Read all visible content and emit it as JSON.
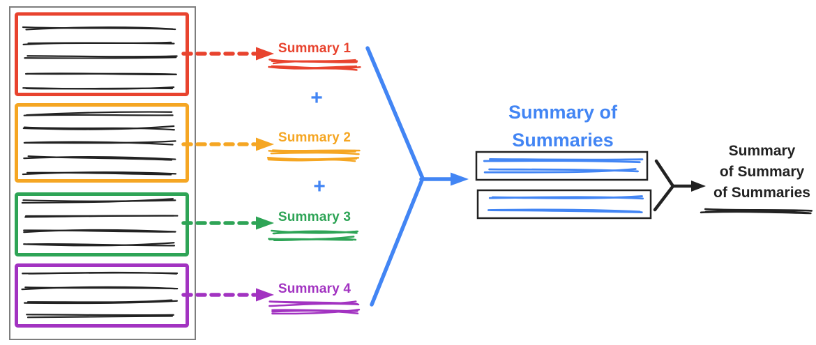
{
  "labels": {
    "summary1": "Summary 1",
    "summary2": "Summary 2",
    "summary3": "Summary 3",
    "summary4": "Summary 4",
    "plus": "+",
    "title_lines": [
      "Summary of",
      "Summaries"
    ],
    "final_lines": [
      "Summary",
      "of Summary",
      "of Summaries"
    ]
  },
  "colors": {
    "red": "#E8432E",
    "yellow": "#F5A623",
    "green": "#2EA456",
    "purple": "#A233C1",
    "blue": "#4285F4",
    "black": "#222222",
    "gray_border": "#7D7D7D"
  }
}
